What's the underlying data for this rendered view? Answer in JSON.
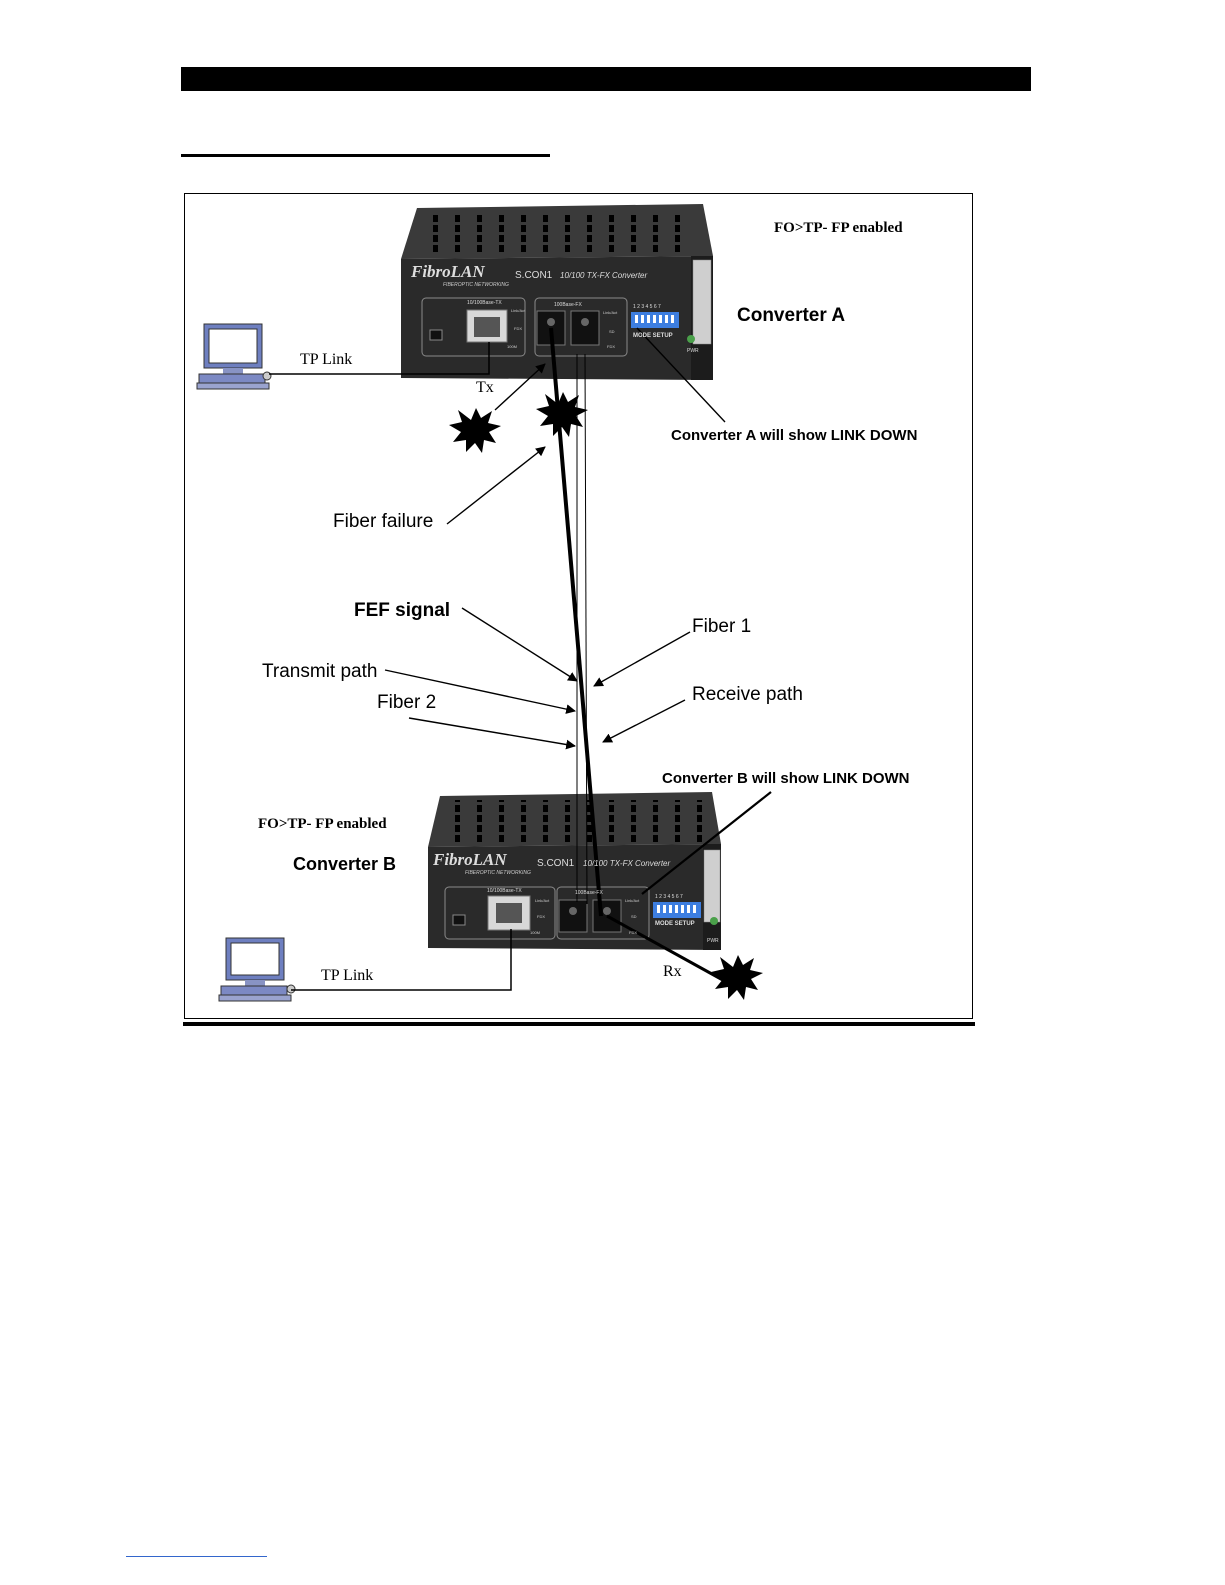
{
  "figure": {
    "converter_a": {
      "name": "Converter A",
      "mode_label": "FO>TP- FP enabled",
      "status": "Converter A will show LINK DOWN",
      "brand": "FibroLAN",
      "brand_tagline": "FIBEROPTIC NETWORKING",
      "model": "S.CON1",
      "model_desc": "10/100 TX-FX Converter",
      "tx_port": "10/100Base-TX",
      "fx_port": "100Base-FX",
      "mode_setup": "MODE SETUP",
      "pwr": "PWR",
      "dip_numbers": "1 2 3 4 5 6 7",
      "led_labels": [
        "Link/Act",
        "FDX",
        "100M"
      ],
      "fx_led_labels": [
        "Link/Act",
        "SD",
        "FDX"
      ]
    },
    "converter_b": {
      "name": "Converter B",
      "mode_label": "FO>TP- FP enabled",
      "status": "Converter B will show LINK DOWN",
      "brand": "FibroLAN",
      "brand_tagline": "FIBEROPTIC NETWORKING",
      "model": "S.CON1",
      "model_desc": "10/100 TX-FX Converter",
      "tx_port": "10/100Base-TX",
      "fx_port": "100Base-FX",
      "mode_setup": "MODE SETUP",
      "pwr": "PWR",
      "dip_numbers": "1 2 3 4 5 6 7",
      "led_labels": [
        "Link/Act",
        "FDX",
        "100M"
      ],
      "fx_led_labels": [
        "Link/Act",
        "SD",
        "FDX"
      ]
    },
    "tp_link_top": "TP Link",
    "tp_link_bottom": "TP Link",
    "tx": "Tx",
    "rx": "Rx",
    "fiber_failure": "Fiber failure",
    "fef_signal": "FEF signal",
    "fiber_1": "Fiber 1",
    "transmit_path": "Transmit path",
    "receive_path": "Receive path",
    "fiber_2": "Fiber 2"
  }
}
